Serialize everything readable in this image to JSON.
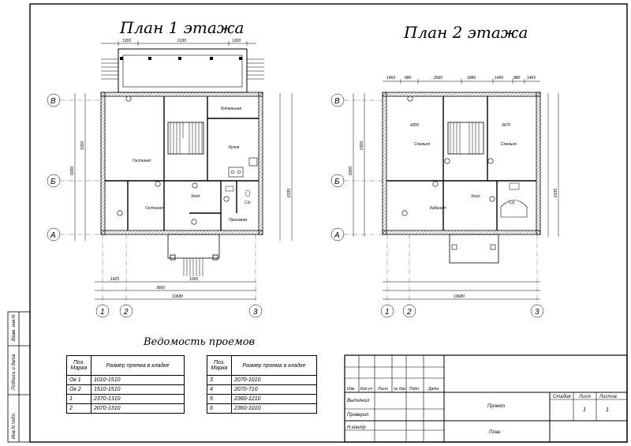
{
  "plans": {
    "floor1_title": "План 1 этажа",
    "floor2_title": "План 2 этажа",
    "grid_rows": [
      "В",
      "Б",
      "А"
    ],
    "grid_cols": [
      "1",
      "2",
      "3"
    ],
    "floor1": {
      "rooms": [
        "Котельная",
        "Кухня",
        "Гостиная",
        "Гостиная",
        "Холл",
        "Прихожая",
        "С/у"
      ],
      "dims": [
        "6130",
        "1300",
        "1300",
        "10680",
        "9300",
        "6335",
        "5300",
        "3660",
        "1425",
        "1000"
      ]
    },
    "floor2": {
      "rooms": [
        "Спальня",
        "Спальня",
        "Кабинет",
        "Холл",
        "С/у"
      ],
      "dims": [
        "1465",
        "880",
        "2660",
        "1880",
        "1490",
        "880",
        "1465",
        "10680",
        "9300",
        "4300",
        "3670",
        "6335",
        "5300"
      ]
    }
  },
  "openings": {
    "title": "Ведомость проемов",
    "col_mark": "Поз. Марка",
    "col_size": "Размер проема в кладке",
    "left": [
      {
        "mark": "Ок 1",
        "size": "1010-1510"
      },
      {
        "mark": "Ок 2",
        "size": "1510-1510"
      },
      {
        "mark": "1",
        "size": "2370-1310"
      },
      {
        "mark": "2",
        "size": "2070-1310"
      }
    ],
    "right": [
      {
        "mark": "3",
        "size": "2070-1010"
      },
      {
        "mark": "4",
        "size": "2070-710"
      },
      {
        "mark": "5",
        "size": "2360-1210"
      },
      {
        "mark": "6",
        "size": "2360-1010"
      }
    ]
  },
  "stamp": {
    "header": [
      "Изм",
      "Кол.уч",
      "Лист",
      "№ док.",
      "Подп.",
      "Дата"
    ],
    "stage_label": "Стадия",
    "sheet_label": "Лист",
    "sheets_label": "Листов",
    "sheet_no": "1",
    "sheets_total": "1",
    "roles": [
      "Выполнил",
      "Проверил",
      "Н.контр"
    ],
    "project": "Проект",
    "sheet_name": "План"
  },
  "side_labels": [
    "Взам. инв.N",
    "Подпись и дата",
    "Инв.N подл."
  ]
}
